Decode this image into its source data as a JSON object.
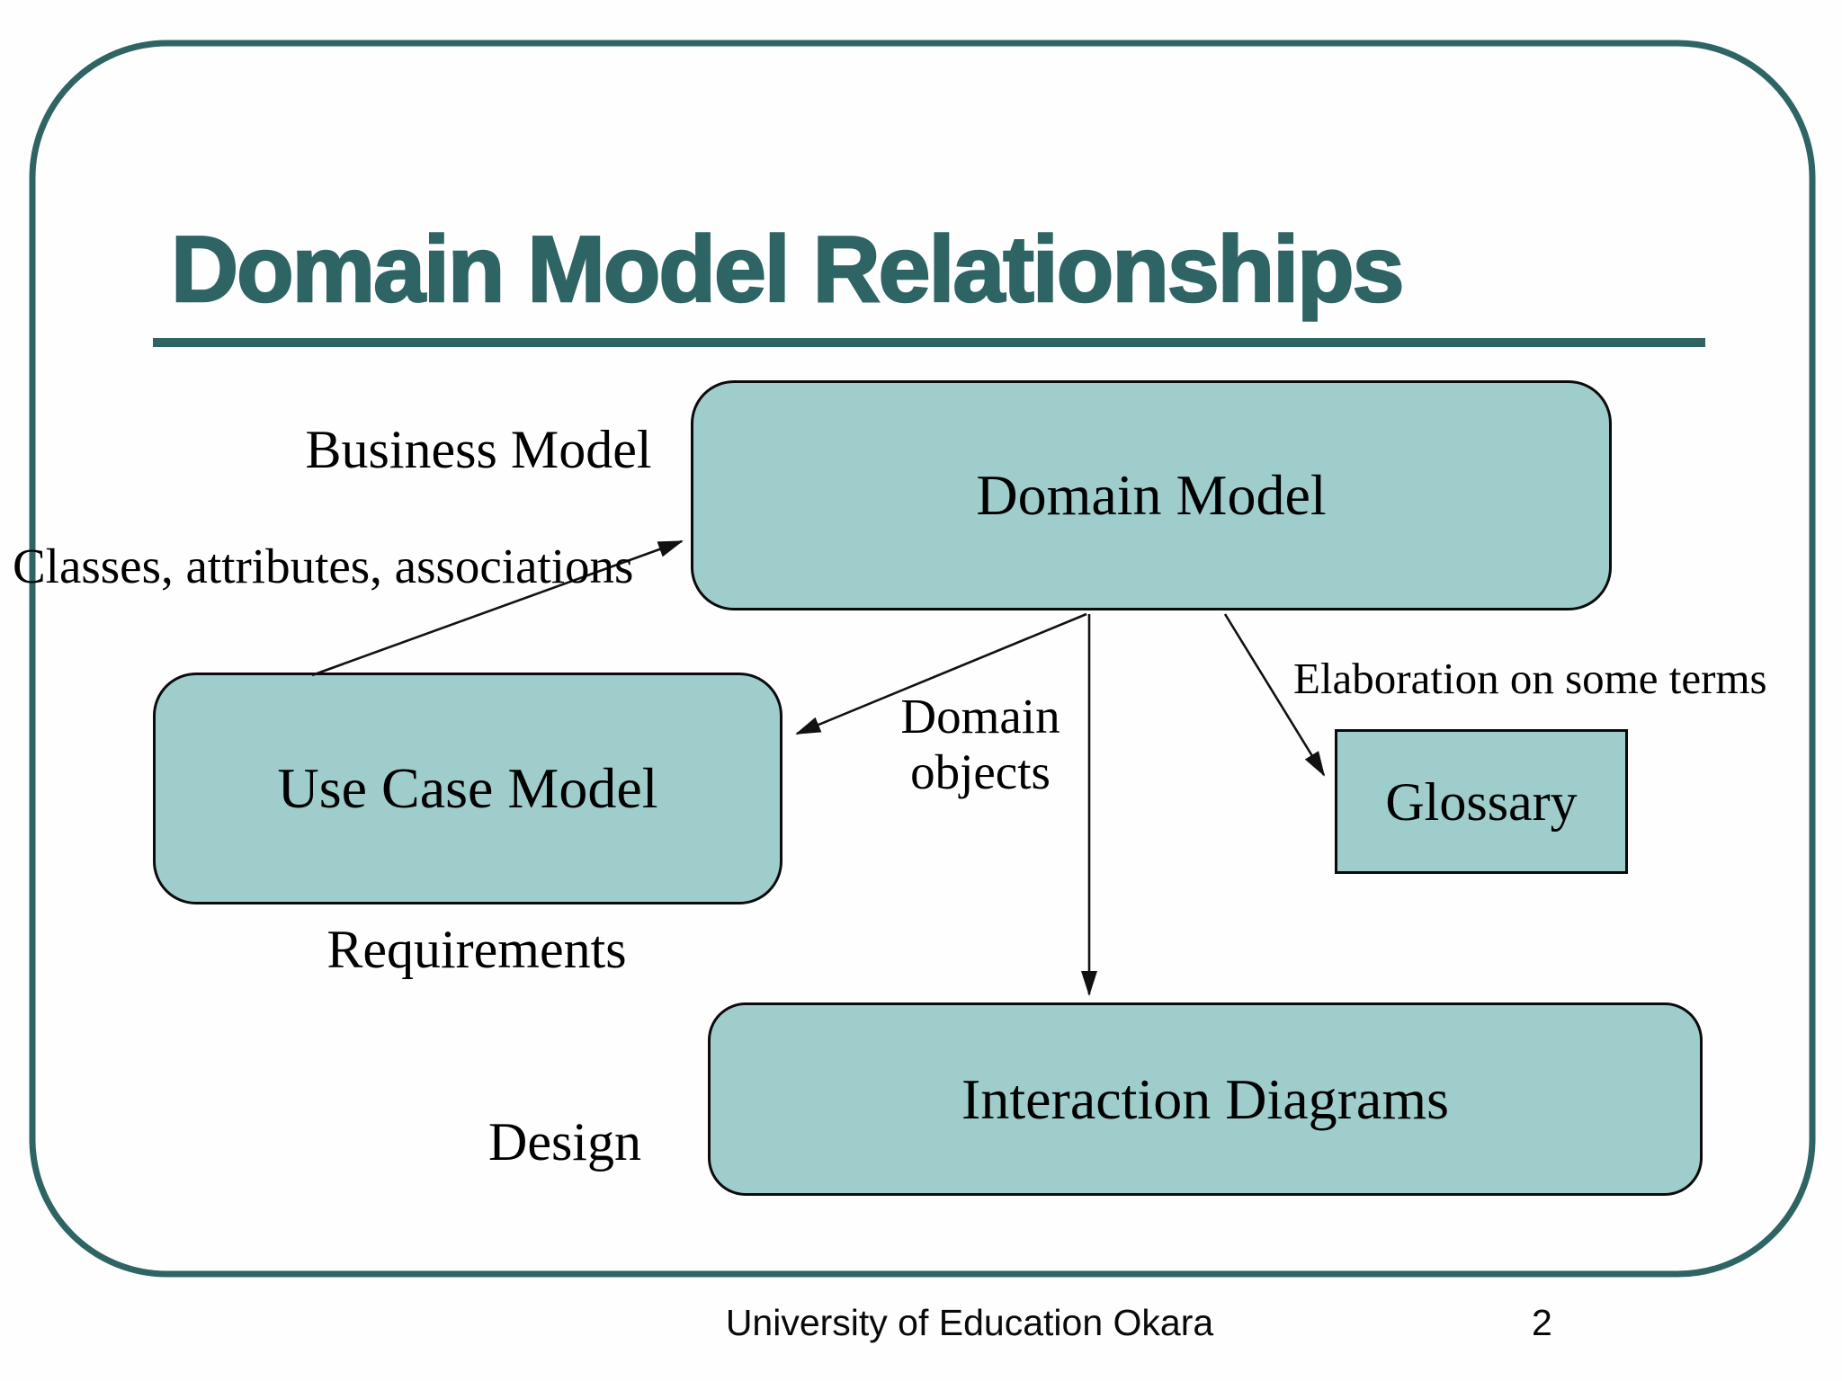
{
  "slide": {
    "title": "Domain Model Relationships",
    "footer": {
      "institution": "University of Education Okara",
      "page_number": "2"
    }
  },
  "boxes": {
    "domain_model": "Domain Model",
    "use_case_model": "Use Case Model",
    "glossary": "Glossary",
    "interaction_diagrams": "Interaction Diagrams"
  },
  "labels": {
    "business_model": "Business Model",
    "classes_attributes": "Classes, attributes, associations",
    "requirements": "Requirements",
    "design": "Design",
    "domain_objects_line1": "Domain",
    "domain_objects_line2": "objects",
    "elaboration": "Elaboration on some terms"
  },
  "arrows": [
    {
      "name": "use-case-to-domain-model",
      "from": "Use Case Model",
      "to": "Domain Model"
    },
    {
      "name": "domain-model-to-use-case",
      "from": "Domain Model",
      "to": "Use Case Model"
    },
    {
      "name": "domain-model-to-interaction-diagrams",
      "from": "Domain Model",
      "to": "Interaction Diagrams"
    },
    {
      "name": "domain-model-to-glossary",
      "from": "Domain Model",
      "to": "Glossary"
    }
  ],
  "colors": {
    "accent_teal": "#2e6464",
    "box_fill": "#9ecdcb",
    "box_border": "#000000",
    "arrow": "#111111",
    "text": "#000000"
  }
}
